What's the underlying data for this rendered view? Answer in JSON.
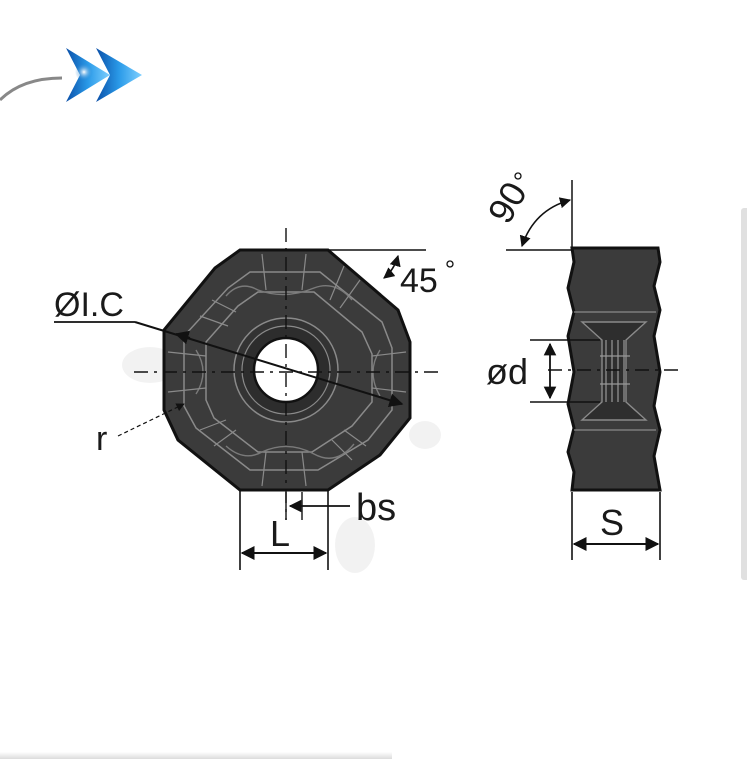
{
  "header": {
    "nav_icon": "double-chevron-right-icon",
    "accent_color": "#1a7fd0"
  },
  "diagram": {
    "front_view": {
      "ic_label": "ØI.C",
      "angle_label": "45",
      "radius_label": "r",
      "length_label": "L",
      "bs_label": "bs"
    },
    "side_view": {
      "angle_label": "90",
      "diameter_label": "ød",
      "thickness_label": "S"
    },
    "colors": {
      "insert_body": "#3b3b3b",
      "insert_dark": "#2a2a2a",
      "outline": "#111111",
      "facet_line": "#8a8a8a"
    }
  }
}
